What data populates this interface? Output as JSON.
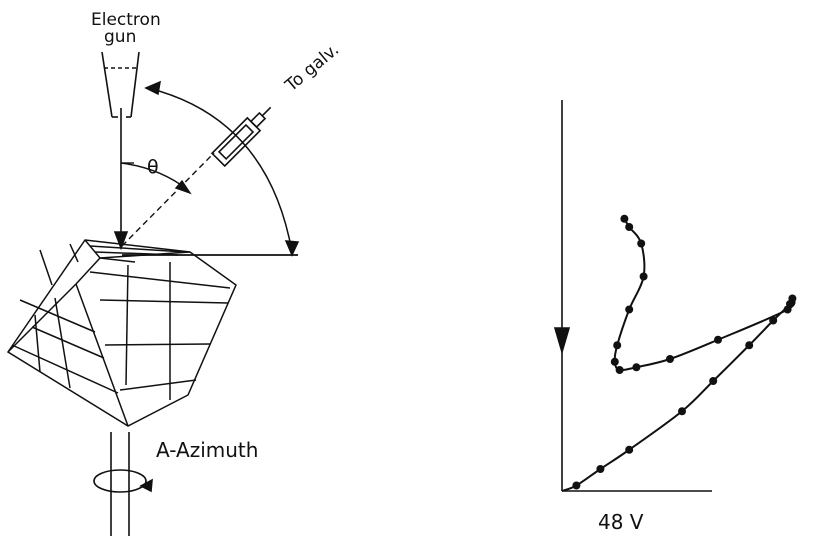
{
  "labels": {
    "electron_gun_line1": "Electron",
    "electron_gun_line2": "gun",
    "to_galvanometer": "To galv.",
    "theta": "θ",
    "azimuth": "A-Azimuth",
    "voltage": "48 V"
  },
  "colors": {
    "ink": "#111111",
    "background": "#ffffff"
  },
  "polar_plot": {
    "direction": "incident beam arrow pointing down along the vertical axis",
    "curve_points_relative": [
      [
        0.0,
        0.0
      ],
      [
        0.06,
        0.02
      ],
      [
        0.16,
        0.08
      ],
      [
        0.28,
        0.15
      ],
      [
        0.5,
        0.29
      ],
      [
        0.63,
        0.4
      ],
      [
        0.78,
        0.53
      ],
      [
        0.88,
        0.62
      ],
      [
        0.95,
        0.68
      ],
      [
        0.96,
        0.7
      ],
      [
        0.94,
        0.66
      ],
      [
        0.65,
        0.55
      ],
      [
        0.45,
        0.48
      ],
      [
        0.31,
        0.45
      ],
      [
        0.24,
        0.44
      ],
      [
        0.22,
        0.47
      ],
      [
        0.23,
        0.53
      ],
      [
        0.28,
        0.66
      ],
      [
        0.34,
        0.78
      ],
      [
        0.33,
        0.9
      ],
      [
        0.28,
        0.96
      ],
      [
        0.26,
        0.99
      ]
    ]
  }
}
